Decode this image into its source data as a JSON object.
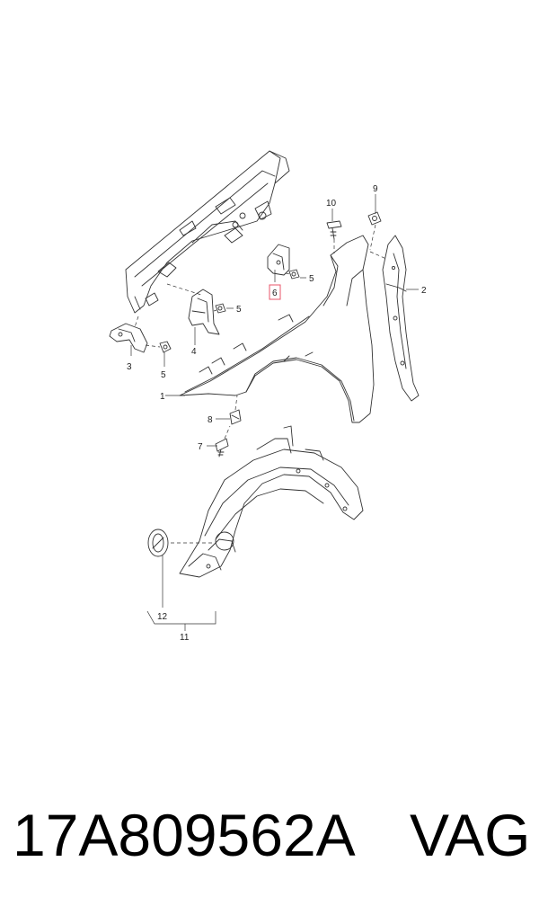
{
  "callouts": {
    "c1": "1",
    "c2": "2",
    "c3": "3",
    "c4": "4",
    "c5a": "5",
    "c5b": "5",
    "c5c": "5",
    "c6": "6",
    "c7": "7",
    "c8": "8",
    "c9": "9",
    "c10": "10",
    "c11": "11",
    "c12": "12"
  },
  "highlight_color": "#e8546a",
  "footer": {
    "part_number": "17A809562A",
    "brand": "VAG"
  }
}
